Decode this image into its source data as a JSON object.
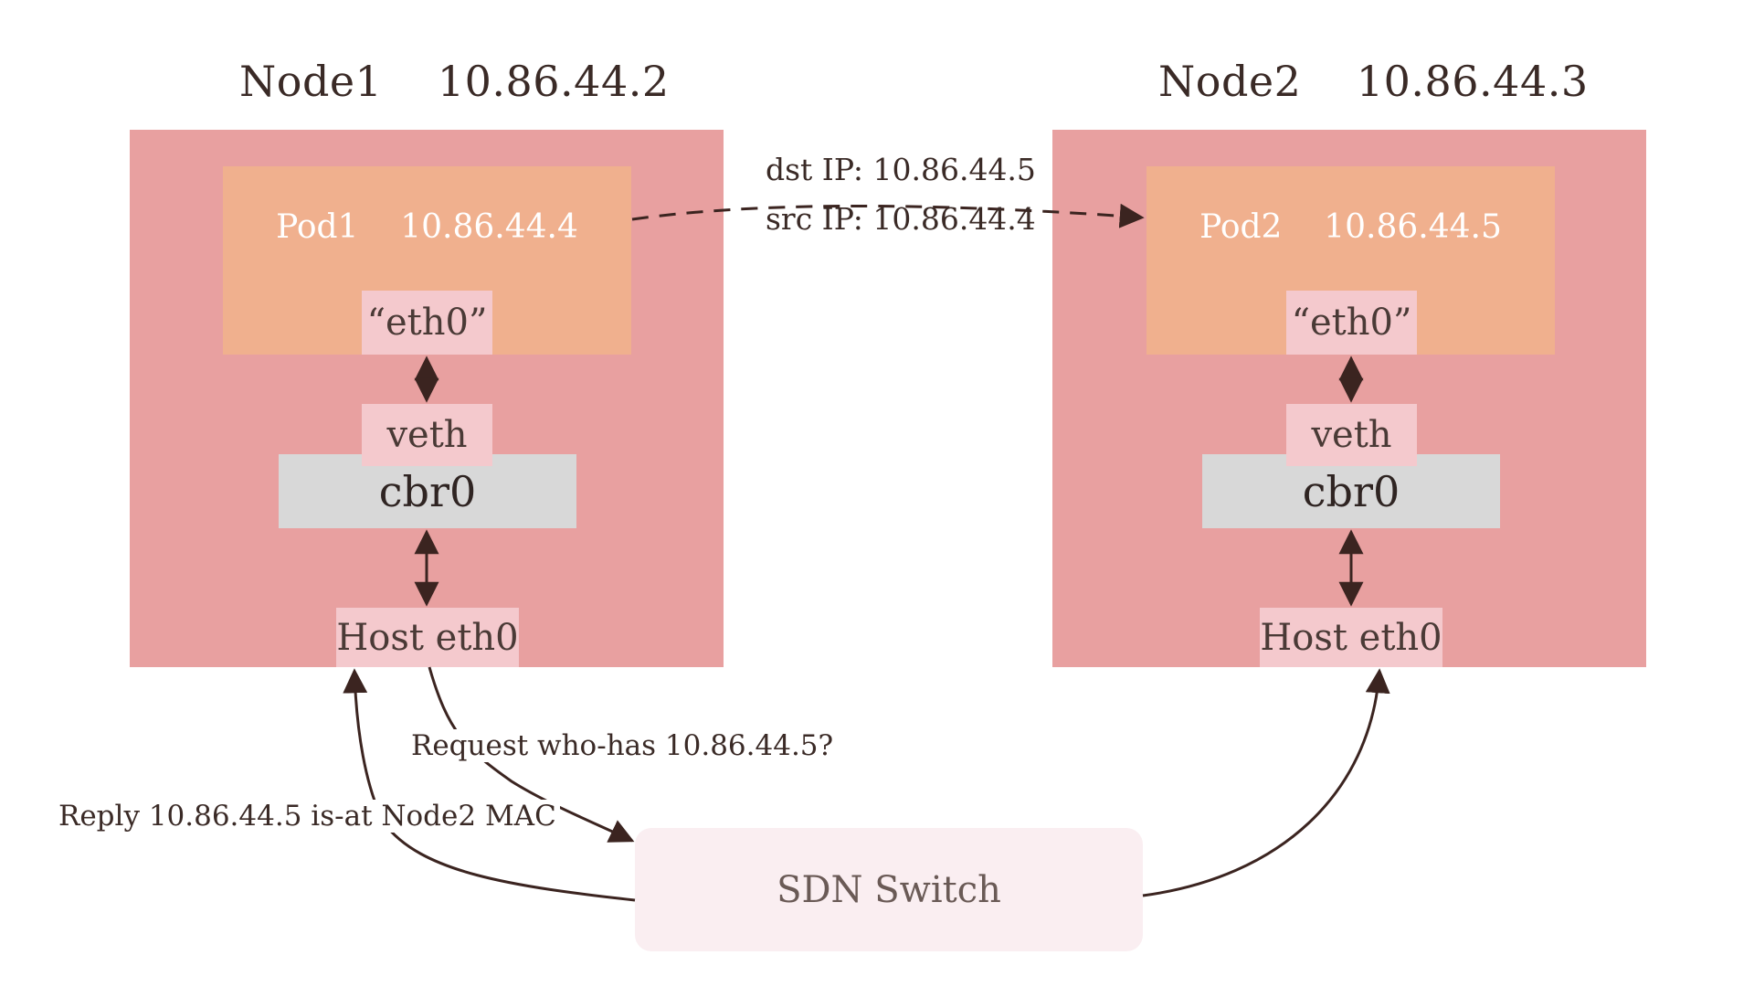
{
  "node1": {
    "title": "Node1    10.86.44.2",
    "pod_label": "Pod1    10.86.44.4",
    "pod_iface": "“eth0”",
    "veth": "veth",
    "bridge": "cbr0",
    "host_iface": "Host eth0"
  },
  "node2": {
    "title": "Node2    10.86.44.3",
    "pod_label": "Pod2    10.86.44.5",
    "pod_iface": "“eth0”",
    "veth": "veth",
    "bridge": "cbr0",
    "host_iface": "Host eth0"
  },
  "packet": {
    "dst": "dst IP: 10.86.44.5",
    "src": "src IP: 10.86.44.4"
  },
  "arp": {
    "request": "Request who-has 10.86.44.5?",
    "reply": "Reply 10.86.44.5 is-at Node2 MAC"
  },
  "switch_label": "SDN Switch",
  "colors": {
    "node": "#e8a0a0",
    "pod": "#f0b08e",
    "chip": "#f4c9cd",
    "bridge": "#d8d8d8",
    "switch": "#faeef1",
    "arrow": "#3b2420"
  }
}
